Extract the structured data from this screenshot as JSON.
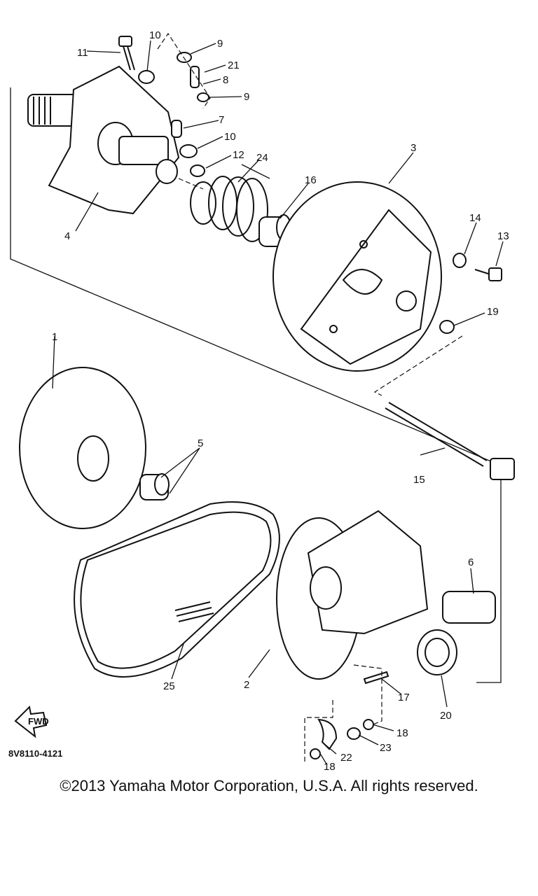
{
  "labels": {
    "p1": "1",
    "p2": "2",
    "p3": "3",
    "p4": "4",
    "p5": "5",
    "p6": "6",
    "p7": "7",
    "p8": "8",
    "p9a": "9",
    "p9b": "9",
    "p10a": "10",
    "p10b": "10",
    "p11": "11",
    "p12": "12",
    "p13": "13",
    "p14": "14",
    "p15": "15",
    "p16": "16",
    "p17": "17",
    "p18a": "18",
    "p18b": "18",
    "p19": "19",
    "p20": "20",
    "p21": "21",
    "p22": "22",
    "p23": "23",
    "p24": "24",
    "p25": "25"
  },
  "fwd_label": "FWD",
  "diagram_code": "8V8110-4121",
  "copyright": "©2013 Yamaha Motor Corporation, U.S.A. All rights reserved."
}
